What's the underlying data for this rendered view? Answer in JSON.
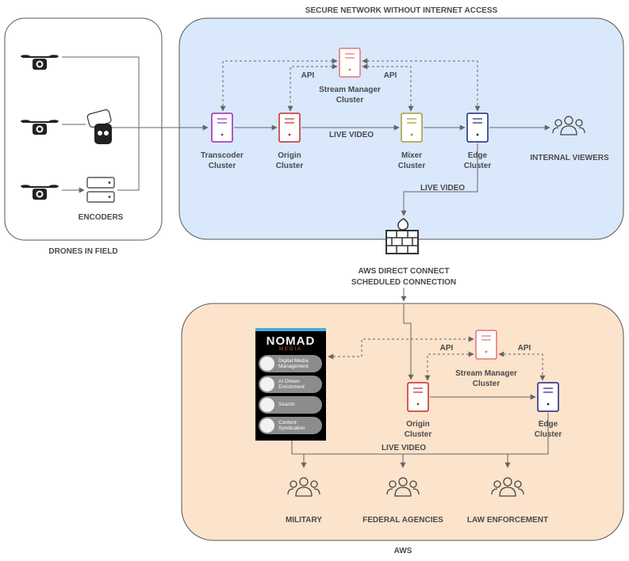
{
  "regions": {
    "drones_in_field": "DRONES IN FIELD",
    "secure_network": "SECURE NETWORK WITHOUT INTERNET ACCESS",
    "aws": "AWS"
  },
  "top_nodes": {
    "encoders": "ENCODERS",
    "transcoder_cluster": "Transcoder\nCluster",
    "origin_cluster": "Origin\nCluster",
    "mixer_cluster": "Mixer\nCluster",
    "edge_cluster": "Edge\nCluster",
    "stream_manager_cluster": "Stream Manager\nCluster",
    "internal_viewers": "INTERNAL VIEWERS"
  },
  "top_edges": {
    "api_left": "API",
    "api_right": "API",
    "live_video_origin_mixer": "LIVE VIDEO",
    "live_video_edge_firewall": "LIVE VIDEO"
  },
  "connection": {
    "aws_direct_connect": "AWS DIRECT CONNECT",
    "scheduled_connection": "SCHEDULED CONNECTION"
  },
  "aws_nodes": {
    "stream_manager_cluster": "Stream Manager\nCluster",
    "origin_cluster": "Origin\nCluster",
    "edge_cluster": "Edge\nCluster",
    "api_left": "API",
    "api_right": "API",
    "live_video": "LIVE VIDEO",
    "military": "MILITARY",
    "federal_agencies": "FEDERAL AGENCIES",
    "law_enforcement": "LAW ENFORCEMENT"
  },
  "nomad_panel": {
    "logo": "NOMAD",
    "sub": "MEDIA",
    "items": [
      "Digital Media\nManagement",
      "AI Driven\nEnrichment",
      "Search",
      "Content\nSyndication"
    ]
  },
  "colors": {
    "secure_bg": "#dae8fc",
    "aws_bg": "#fbe3cc",
    "transcoder": "#9c27b0",
    "origin": "#c62828",
    "mixer": "#a39a3a",
    "edge": "#1a237e",
    "stream_manager": "#e57373",
    "nomad_accent": "#3fb0d8"
  }
}
